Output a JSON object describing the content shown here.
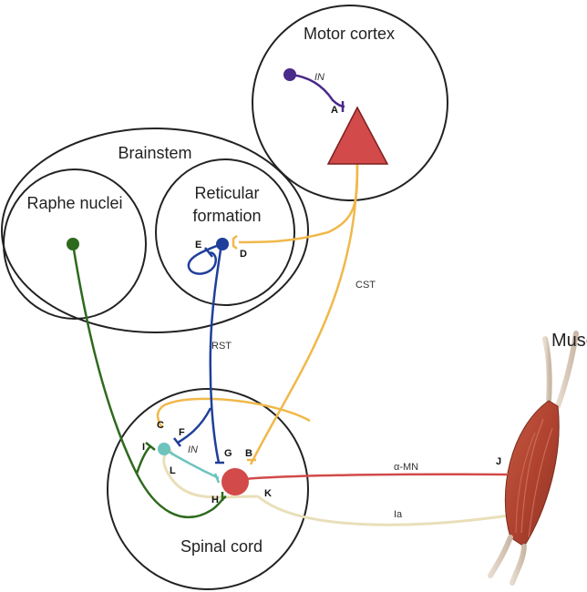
{
  "regions": {
    "motor_cortex": "Motor cortex",
    "brainstem": "Brainstem",
    "raphe_nuclei": "Raphe nuclei",
    "reticular_formation_line1": "Reticular",
    "reticular_formation_line2": "formation",
    "spinal_cord": "Spinal cord",
    "muscle": "Muscle"
  },
  "pathways": {
    "cst": "CST",
    "rst": "RST",
    "alpha_mn": "α-MN",
    "ia": "Ia",
    "in_cortex": "IN",
    "in_spinal": "IN"
  },
  "synapses": {
    "a": "A",
    "b": "B",
    "c": "C",
    "d": "D",
    "e": "E",
    "f": "F",
    "g": "G",
    "h": "H",
    "i": "I",
    "j": "J",
    "k": "K",
    "l": "L"
  },
  "colors": {
    "cst": "#f0b84a",
    "rst": "#1f3f9a",
    "raphe": "#2e6a1e",
    "interneuron_cortex": "#4a2a8a",
    "interneuron_spinal": "#6cc4bd",
    "motor_neuron": "#d24a4a",
    "ia": "#e9dfb8",
    "outline": "#222222"
  }
}
